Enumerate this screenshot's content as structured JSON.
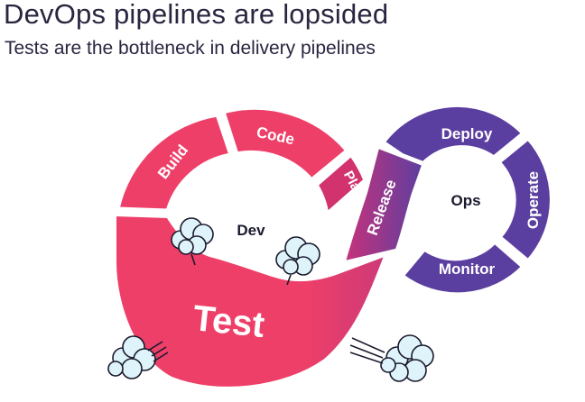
{
  "header": {
    "title": "DevOps pipelines are lopsided",
    "subtitle": "Tests are the bottleneck in delivery pipelines"
  },
  "diagram": {
    "dev_loop": {
      "center_label": "Dev",
      "segments": [
        "Build",
        "Code",
        "Plan",
        "Test"
      ],
      "color": "#ee3f68"
    },
    "ops_loop": {
      "center_label": "Ops",
      "segments": [
        "Deploy",
        "Operate",
        "Monitor"
      ],
      "color": "#5b3fa0"
    },
    "bridge": {
      "label": "Release"
    },
    "icons": [
      "steam-cloud-icon",
      "steam-cloud-icon",
      "wind-puff-icon",
      "wind-puff-icon"
    ]
  }
}
